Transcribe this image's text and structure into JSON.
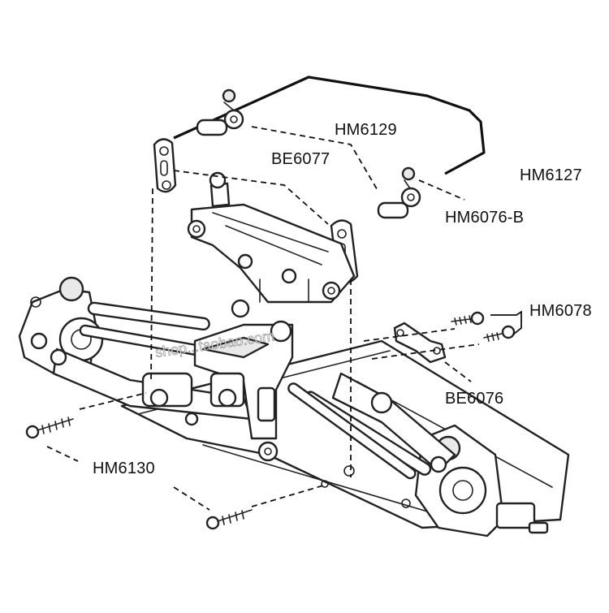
{
  "labels": {
    "hm6129": "HM6129",
    "be6077": "BE6077",
    "hm6127": "HM6127",
    "hm6076b": "HM6076-B",
    "hm6078": "HM6078",
    "be6076": "BE6076",
    "hm6130": "HM6130"
  },
  "watermark": "shop...taobao.com",
  "colors": {
    "line": "#222222",
    "fill": "#ffffff",
    "shade": "#e9e9e9",
    "text": "#111111"
  }
}
